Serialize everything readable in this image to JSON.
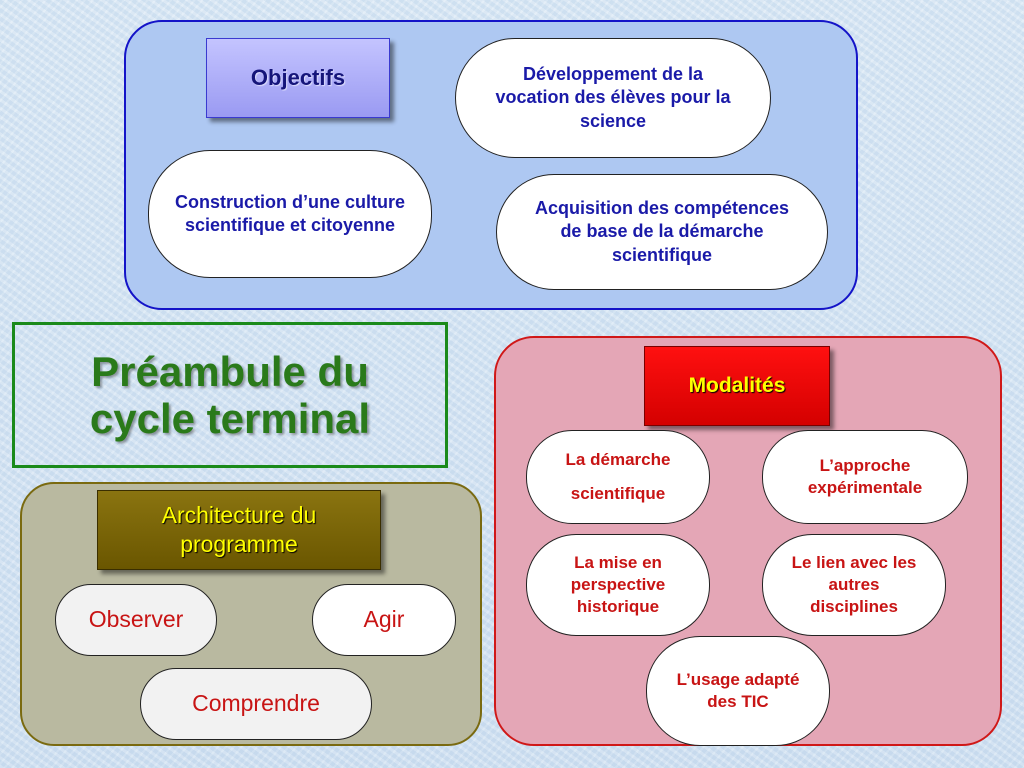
{
  "objectives": {
    "label": "Objectifs",
    "items": [
      "Développement de la vocation des élèves pour la science",
      "Construction d’une culture scientifique et citoyenne",
      "Acquisition des compétences de base de la démarche scientifique"
    ]
  },
  "preamble": {
    "title": "Préambule du cycle terminal"
  },
  "architecture": {
    "label": "Architecture du programme",
    "items": [
      "Observer",
      "Agir",
      "Comprendre"
    ]
  },
  "modalites": {
    "label": "Modalités",
    "items": [
      "La démarche scientifique",
      "L’approche expérimentale",
      "La mise en perspective historique",
      "Le lien avec les autres disciplines",
      "L’usage adapté des TIC"
    ]
  },
  "colors": {
    "objectives_border": "#1414c8",
    "objectives_fill": "#aec8f2",
    "modalites_border": "#d01818",
    "modalites_fill": "#e4a6b6",
    "architecture_border": "#7a6a10",
    "architecture_fill": "#b9b9a0",
    "preamble_green": "#2a7a1a",
    "label_yellow": "#ffff00"
  }
}
